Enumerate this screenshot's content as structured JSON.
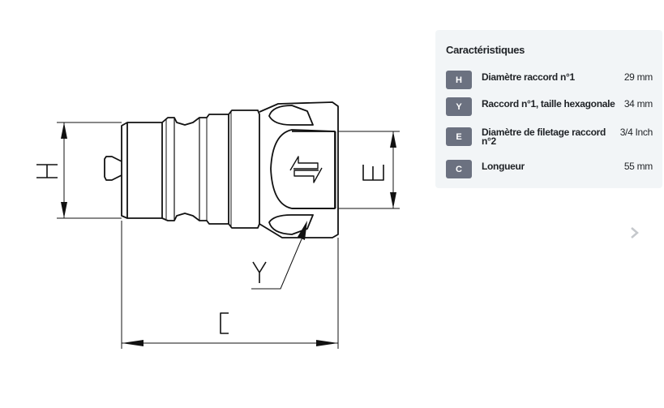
{
  "drawing": {
    "labels": {
      "h": "H",
      "e": "E",
      "y": "Y",
      "c": "C"
    }
  },
  "panel": {
    "title": "Caractéristiques",
    "rows": [
      {
        "code": "H",
        "label": "Diamètre raccord n°1",
        "value": "29 mm"
      },
      {
        "code": "Y",
        "label": "Raccord n°1, taille hexagonale",
        "value": "34 mm"
      },
      {
        "code": "E",
        "label": "Diamètre de filetage raccord n°2",
        "value": "3/4 Inch"
      },
      {
        "code": "C",
        "label": "Longueur",
        "value": "55 mm"
      }
    ]
  },
  "nav": {
    "next_icon": "chevron-right-icon"
  }
}
